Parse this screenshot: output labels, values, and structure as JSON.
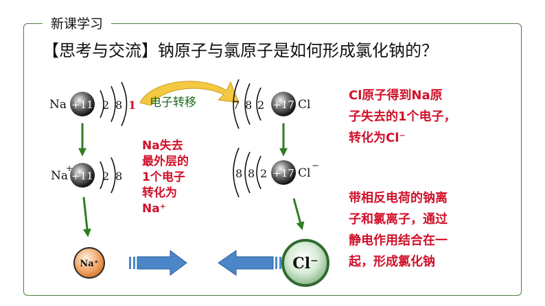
{
  "section_tab": "新课学习",
  "heading": "【思考与交流】钠原子与氯原子是如何形成氯化钠的？",
  "na_atom": {
    "symbol": "Na",
    "nucleus": "+11",
    "shells": [
      "2",
      "8",
      "1"
    ]
  },
  "na_ion": {
    "symbol": "Na",
    "charge": "+",
    "nucleus": "+11",
    "shells": [
      "2",
      "8"
    ]
  },
  "cl_atom": {
    "symbol": "Cl",
    "nucleus": "+17",
    "shells": [
      "7",
      "8",
      "2"
    ]
  },
  "cl_ion": {
    "symbol": "Cl",
    "charge": "−",
    "nucleus": "+17",
    "shells": [
      "8",
      "8",
      "2"
    ]
  },
  "transfer_label": "电子转移",
  "na_note": [
    "Na失去",
    "最外层的",
    "1个电子",
    "转化为",
    "Na⁺"
  ],
  "cl_note": [
    "Cl原子得到Na原",
    "子失去的1个电子，",
    "转化为Cl⁻"
  ],
  "combine_note": [
    "带相反电荷的钠离",
    "子和氯离子，通过",
    "静电作用结合在一",
    "起，形成氯化钠"
  ],
  "na_ball_label": "Na⁺",
  "cl_ball_label": "Cl⁻",
  "colors": {
    "frame": "#4a7a3a",
    "red": "#d0102a",
    "arrow_green": "#2e7d1e",
    "transfer_arrow": "#e8b830",
    "blue_arrow": "#4a86c8",
    "na_ball": "#f0a060",
    "cl_ball": "#2f6a2f"
  }
}
